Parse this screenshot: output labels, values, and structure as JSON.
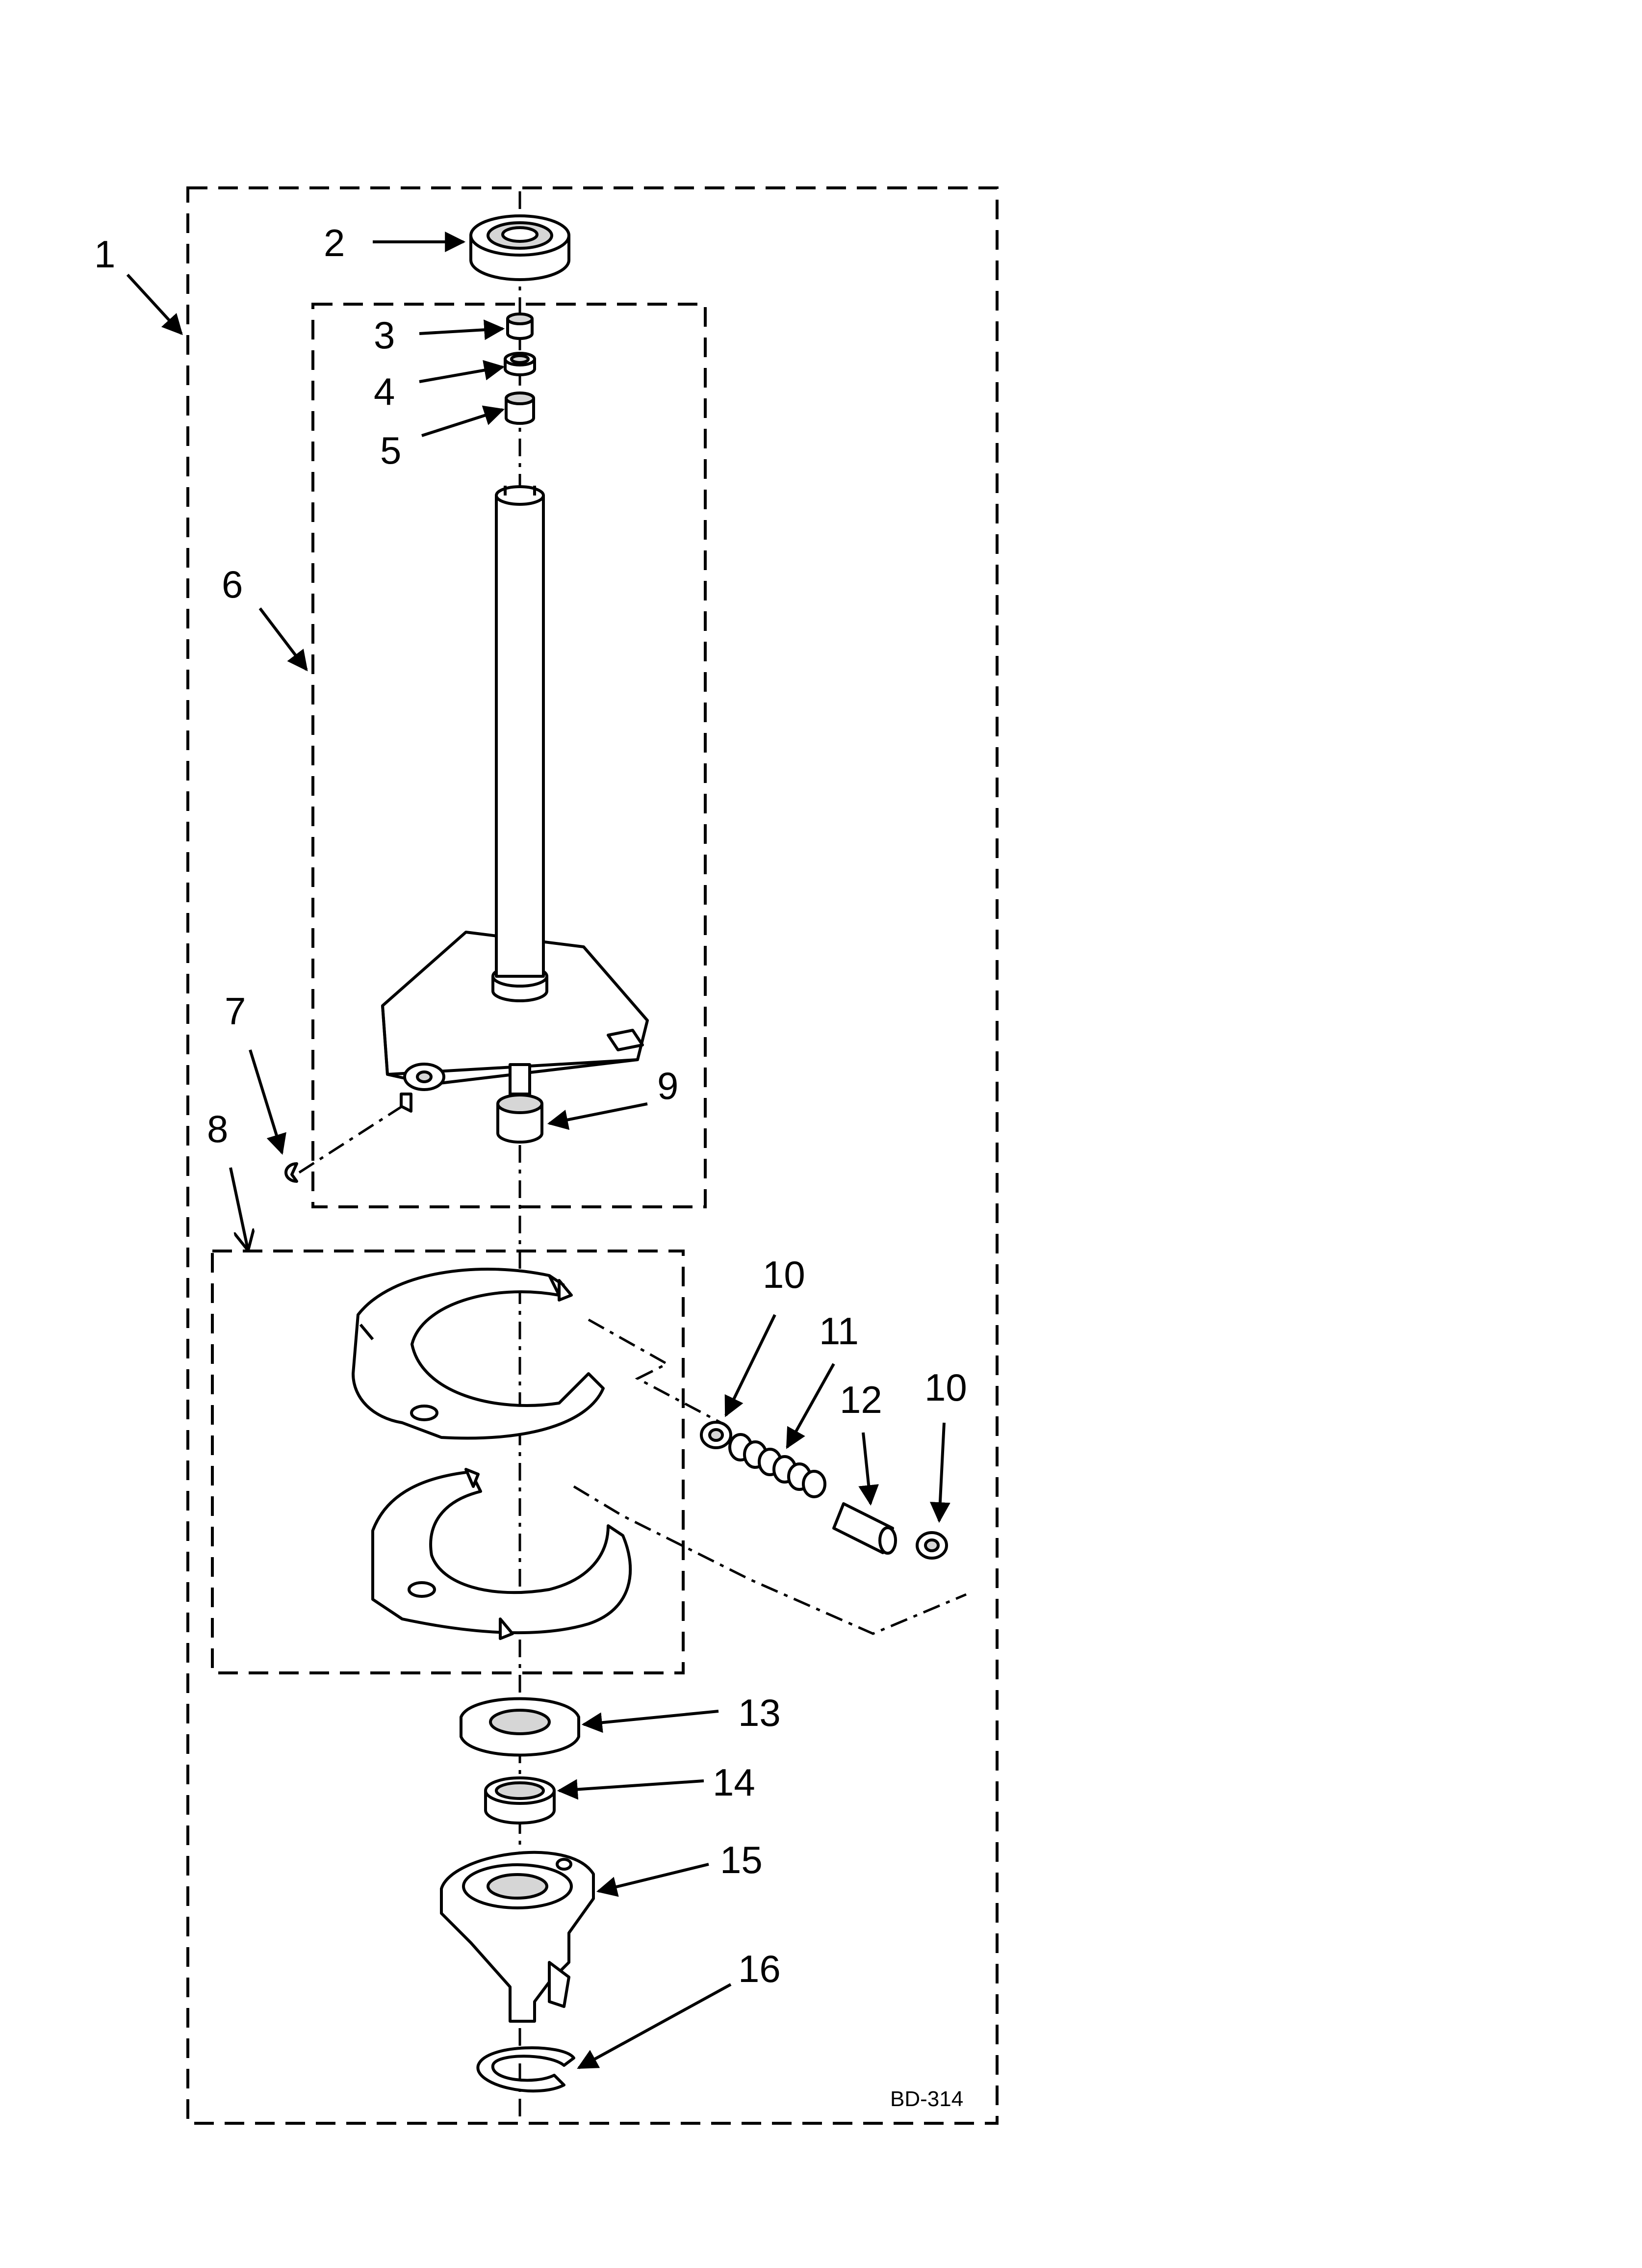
{
  "diagram": {
    "code": "BD-314",
    "callouts": [
      {
        "id": "c1",
        "label": "1"
      },
      {
        "id": "c2",
        "label": "2"
      },
      {
        "id": "c3",
        "label": "3"
      },
      {
        "id": "c4",
        "label": "4"
      },
      {
        "id": "c5",
        "label": "5"
      },
      {
        "id": "c6",
        "label": "6"
      },
      {
        "id": "c7",
        "label": "7"
      },
      {
        "id": "c8",
        "label": "8"
      },
      {
        "id": "c9",
        "label": "9"
      },
      {
        "id": "c10a",
        "label": "10"
      },
      {
        "id": "c11",
        "label": "11"
      },
      {
        "id": "c12",
        "label": "12"
      },
      {
        "id": "c10b",
        "label": "10"
      },
      {
        "id": "c13",
        "label": "13"
      },
      {
        "id": "c14",
        "label": "14"
      },
      {
        "id": "c15",
        "label": "15"
      },
      {
        "id": "c16",
        "label": "16"
      }
    ]
  }
}
